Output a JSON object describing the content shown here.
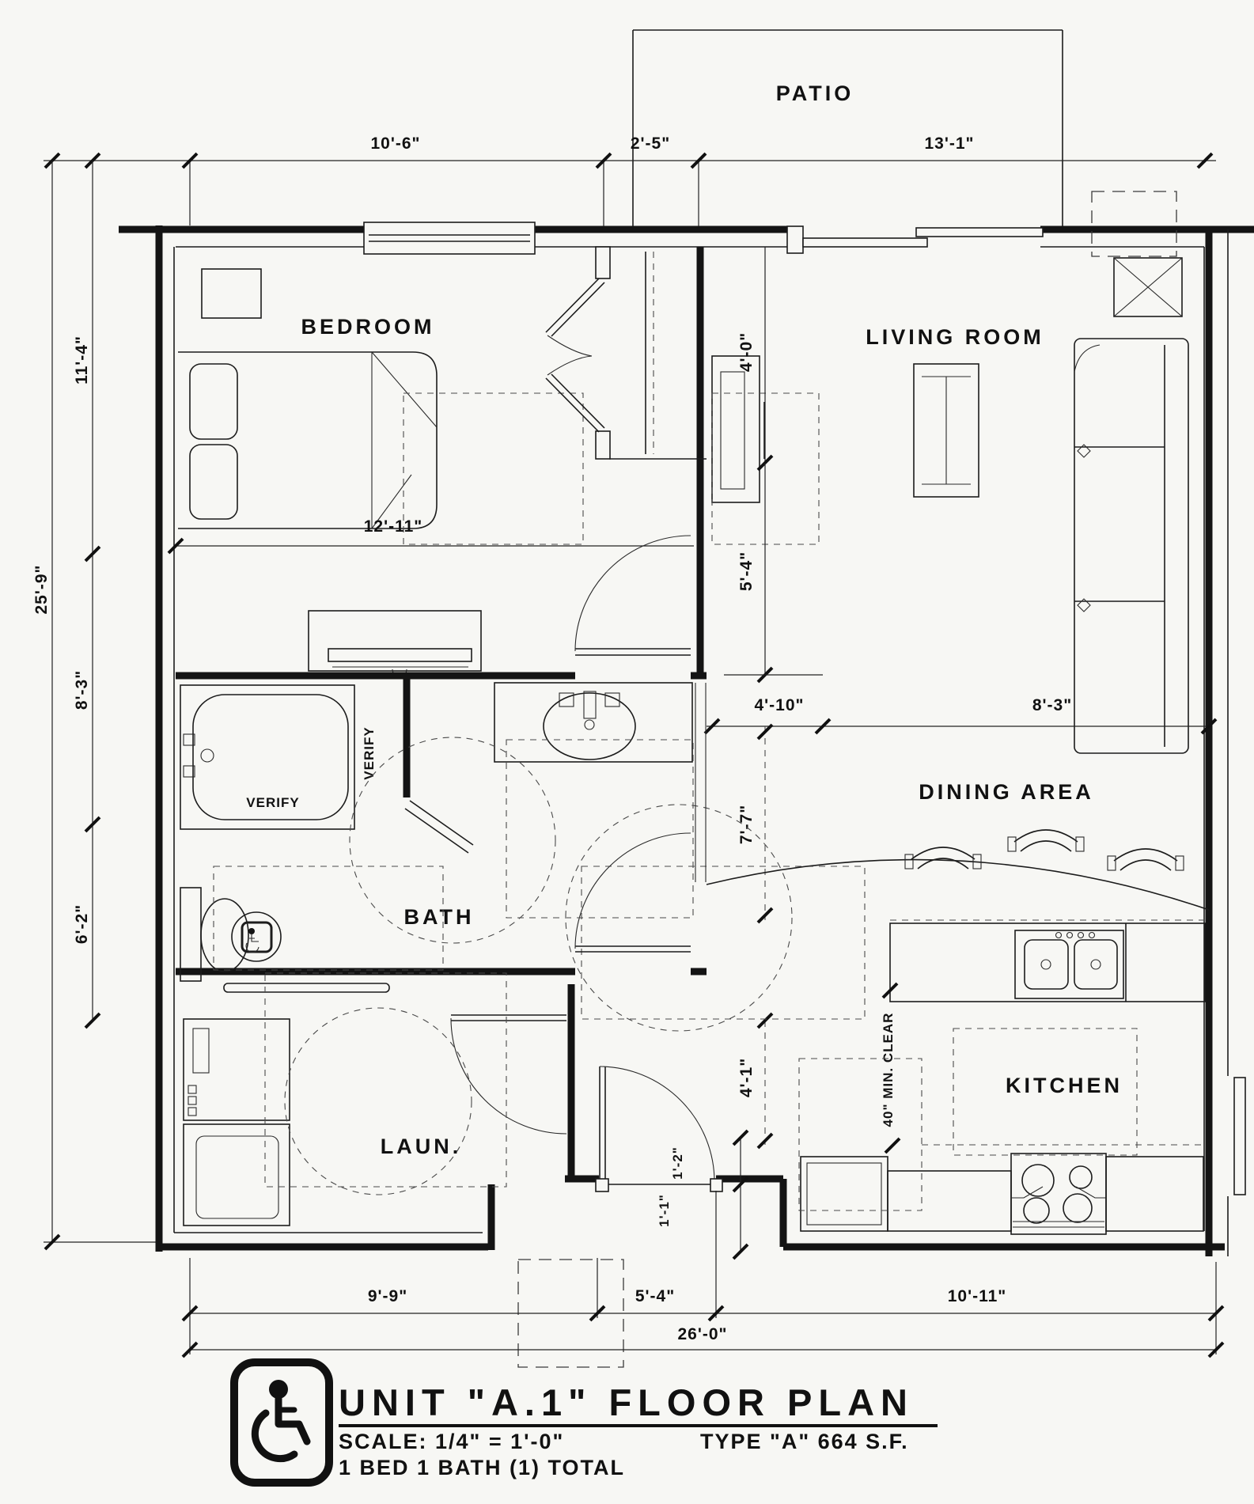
{
  "colors": {
    "ink": "#141414",
    "paper": "#f7f7f4"
  },
  "rooms": {
    "patio": "PATIO",
    "bedroom": "BEDROOM",
    "living": "LIVING ROOM",
    "bath": "BATH",
    "laundry": "LAUN.",
    "dining": "DINING AREA",
    "kitchen": "KITCHEN"
  },
  "dims": {
    "top": [
      "10'-6\"",
      "2'-5\"",
      "13'-1\""
    ],
    "left": [
      "11'-4\"",
      "25'-9\"",
      "8'-3\"",
      "6'-2\""
    ],
    "bottom": [
      "9'-9\"",
      "5'-4\"",
      "10'-11\"",
      "26'-0\""
    ],
    "interior": {
      "bedroom_width": "12'-11\"",
      "closet_depth": "4'-0\"",
      "hall_depth": "5'-4\"",
      "hall_width": "4'-10\"",
      "dining_width": "8'-3\"",
      "dining_depth": "7'-7\"",
      "kitchen_clear": "40\" MIN. CLEAR",
      "entry_depth": "4'-1\"",
      "entry_jamb_a": "1'-2\"",
      "entry_jamb_b": "1'-1\""
    }
  },
  "annotations": {
    "verify_horizontal": "VERIFY",
    "verify_vertical": "VERIFY"
  },
  "title_block": {
    "title": "UNIT \"A.1\" FLOOR PLAN",
    "scale": "SCALE: 1/4\" = 1'-0\"",
    "type": "TYPE \"A\" 664 S.F.",
    "total": "1 BED 1 BATH (1) TOTAL"
  },
  "icons": {
    "handicap": "handicap-accessible-icon"
  }
}
